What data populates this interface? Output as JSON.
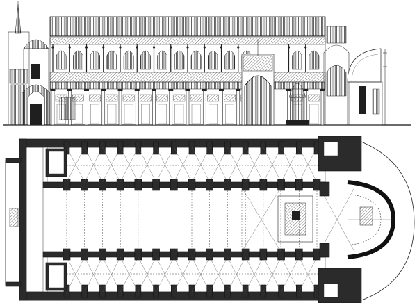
{
  "figure": {
    "views": [
      {
        "id": "section",
        "kind": "longitudinal-section"
      },
      {
        "id": "plan",
        "kind": "ground-plan"
      }
    ],
    "section": {
      "upper_arcade_bays": 16,
      "lower_colonnade_bays": 16,
      "central_large_arch": true,
      "left_tower": true,
      "right_apse_dome": true
    },
    "plan": {
      "nave_bays": 14,
      "aisles": 2,
      "apse": "semicircular-east",
      "altar_enclosure": true
    },
    "colors": {
      "ink": "#1a1a1a",
      "paper": "#ffffff"
    }
  }
}
